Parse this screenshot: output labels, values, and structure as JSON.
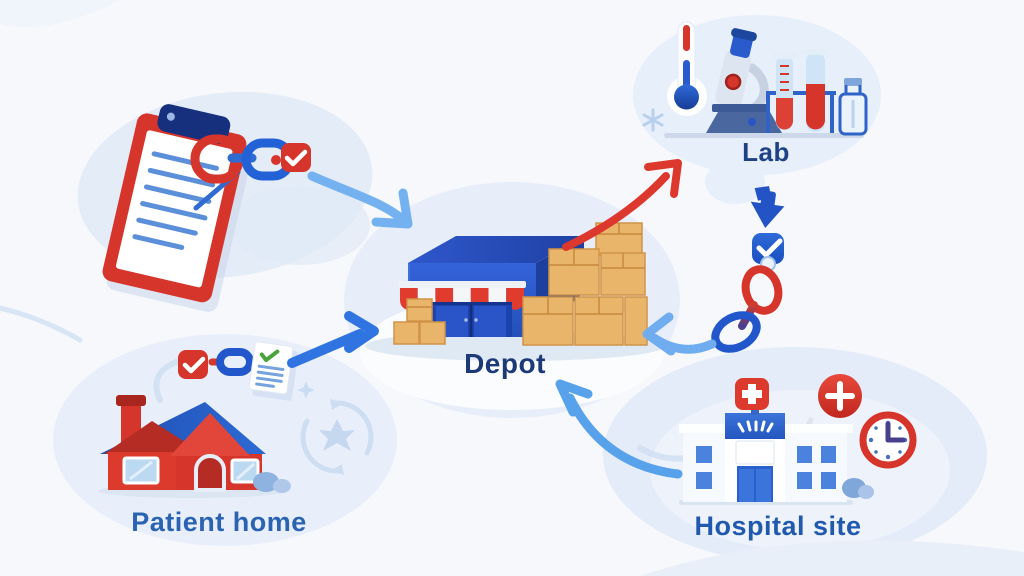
{
  "diagram": {
    "nodes": {
      "depot": {
        "label": "Depot",
        "icons": [
          "warehouse-icon",
          "awning-icon",
          "cardboard-boxes-icon"
        ]
      },
      "lab": {
        "label": "Lab",
        "icons": [
          "thermometer-icon",
          "microscope-icon",
          "test-tube-icon",
          "reagent-bottle-icon",
          "snowflake-icon"
        ]
      },
      "patient_home": {
        "label": "Patient home",
        "icons": [
          "house-icon",
          "red-check-badge-icon",
          "chain-link-icon",
          "document-check-icon",
          "refresh-snowflake-icon",
          "sparkle-icon",
          "bush-icon"
        ]
      },
      "hospital_site": {
        "label": "Hospital site",
        "icons": [
          "hospital-building-icon",
          "red-cross-sign-icon",
          "plus-circle-icon",
          "clock-icon",
          "bush-icon"
        ]
      },
      "supply_request": {
        "icons": [
          "clipboard-icon",
          "pen-icon",
          "red-chain-link-icon",
          "blue-chain-link-icon",
          "red-check-badge-icon"
        ]
      },
      "checkpoint": {
        "icons": [
          "down-arrow-icon",
          "blue-check-badge-icon",
          "red-chain-link-icon",
          "blue-chain-link-icon"
        ]
      }
    },
    "edges": [
      {
        "from": "supply_request",
        "to": "depot",
        "color": "#74b1f0",
        "style": "curved-arrow"
      },
      {
        "from": "depot",
        "to": "lab",
        "color": "#dd382d",
        "style": "curved-arrow"
      },
      {
        "from": "checkpoint",
        "to": "depot",
        "color": "#6fadf0",
        "style": "curved-arrow"
      },
      {
        "from": "hospital_site",
        "to": "depot",
        "color": "#58a2ec",
        "style": "curved-arrow"
      },
      {
        "from": "patient_home",
        "to": "depot",
        "color": "#2f74e0",
        "style": "curved-arrow"
      }
    ],
    "colors": {
      "background": "#f7f8fc",
      "blob": "#e7eef9",
      "brand_blue": "#2a5bcc",
      "brand_red": "#d6352b",
      "box_tan": "#e9b56b",
      "label_dark": "#1c3a78",
      "label_medium": "#2a63b2"
    }
  }
}
